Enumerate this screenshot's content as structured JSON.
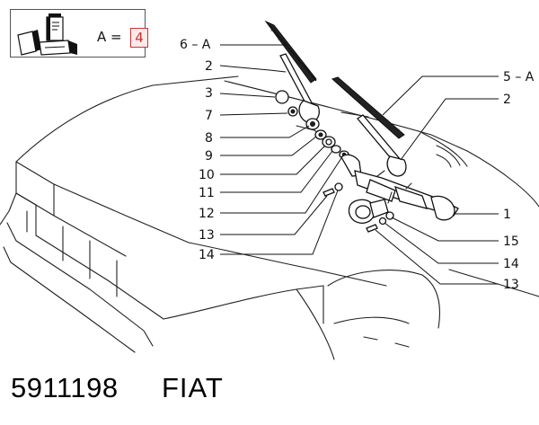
{
  "legend": {
    "text": "A =",
    "quantity": "4"
  },
  "footer": {
    "part_number": "5911198",
    "brand": "FIAT"
  },
  "callouts": {
    "left": [
      "6 – A",
      "2",
      "3",
      "7",
      "8",
      "9",
      "10",
      "11",
      "12",
      "13",
      "14"
    ],
    "right": [
      "5 – A",
      "2",
      "1",
      "15",
      "14",
      "13"
    ]
  }
}
